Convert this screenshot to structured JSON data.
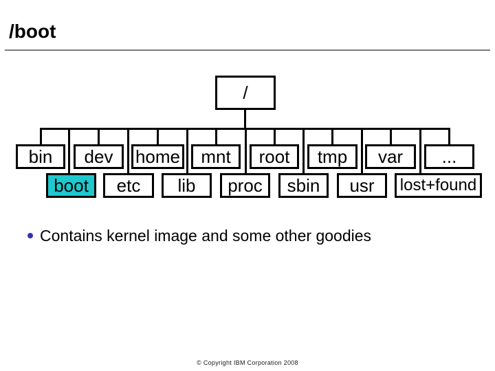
{
  "title": "/boot",
  "tree": {
    "root": {
      "label": "/"
    },
    "top_row": [
      {
        "label": "bin"
      },
      {
        "label": "dev"
      },
      {
        "label": "home"
      },
      {
        "label": "mnt"
      },
      {
        "label": "root"
      },
      {
        "label": "tmp"
      },
      {
        "label": "var"
      },
      {
        "label": "..."
      }
    ],
    "bottom_row": [
      {
        "label": "boot",
        "highlighted": true
      },
      {
        "label": "etc"
      },
      {
        "label": "lib"
      },
      {
        "label": "proc"
      },
      {
        "label": "sbin"
      },
      {
        "label": "usr"
      },
      {
        "label": "lost+found"
      }
    ]
  },
  "bullet": {
    "text": "Contains kernel image and some other goodies"
  },
  "footer": {
    "copyright": "© Copyright IBM Corporation 2008"
  },
  "colors": {
    "highlight_fill": "#1EC8CE",
    "bullet_dot": "#3333AA",
    "divider": "#7a7a7a"
  }
}
